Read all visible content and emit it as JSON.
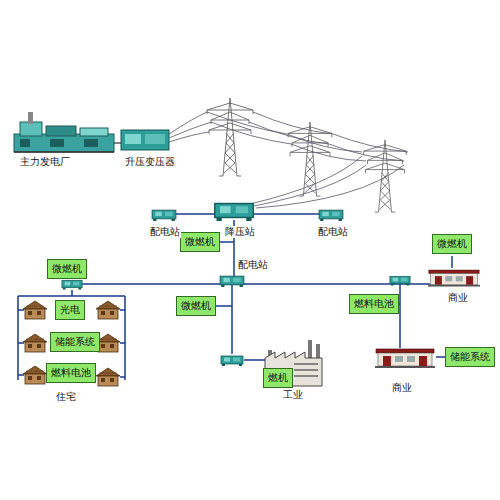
{
  "diagram": {
    "nodes": [
      {
        "text": [
          "微燃机"
        ]
      },
      {
        "text": [
          "微燃机"
        ]
      },
      {
        "text": [
          "微燃机"
        ]
      },
      {
        "text": [
          "燃料电池"
        ]
      },
      {
        "text": [
          "微燃机"
        ]
      },
      {
        "text": [
          "光电"
        ]
      },
      {
        "text": [
          "储能系统"
        ]
      },
      {
        "text": [
          "储能系统"
        ]
      },
      {
        "text": [
          "燃料电池"
        ]
      },
      {
        "text": [
          "燃机"
        ]
      }
    ],
    "labels": [
      "主力发电厂",
      "升压变压器",
      "配电站",
      "降压站",
      "配电站",
      "配电站",
      "住宅",
      "工业",
      "商业",
      "商业"
    ]
  }
}
